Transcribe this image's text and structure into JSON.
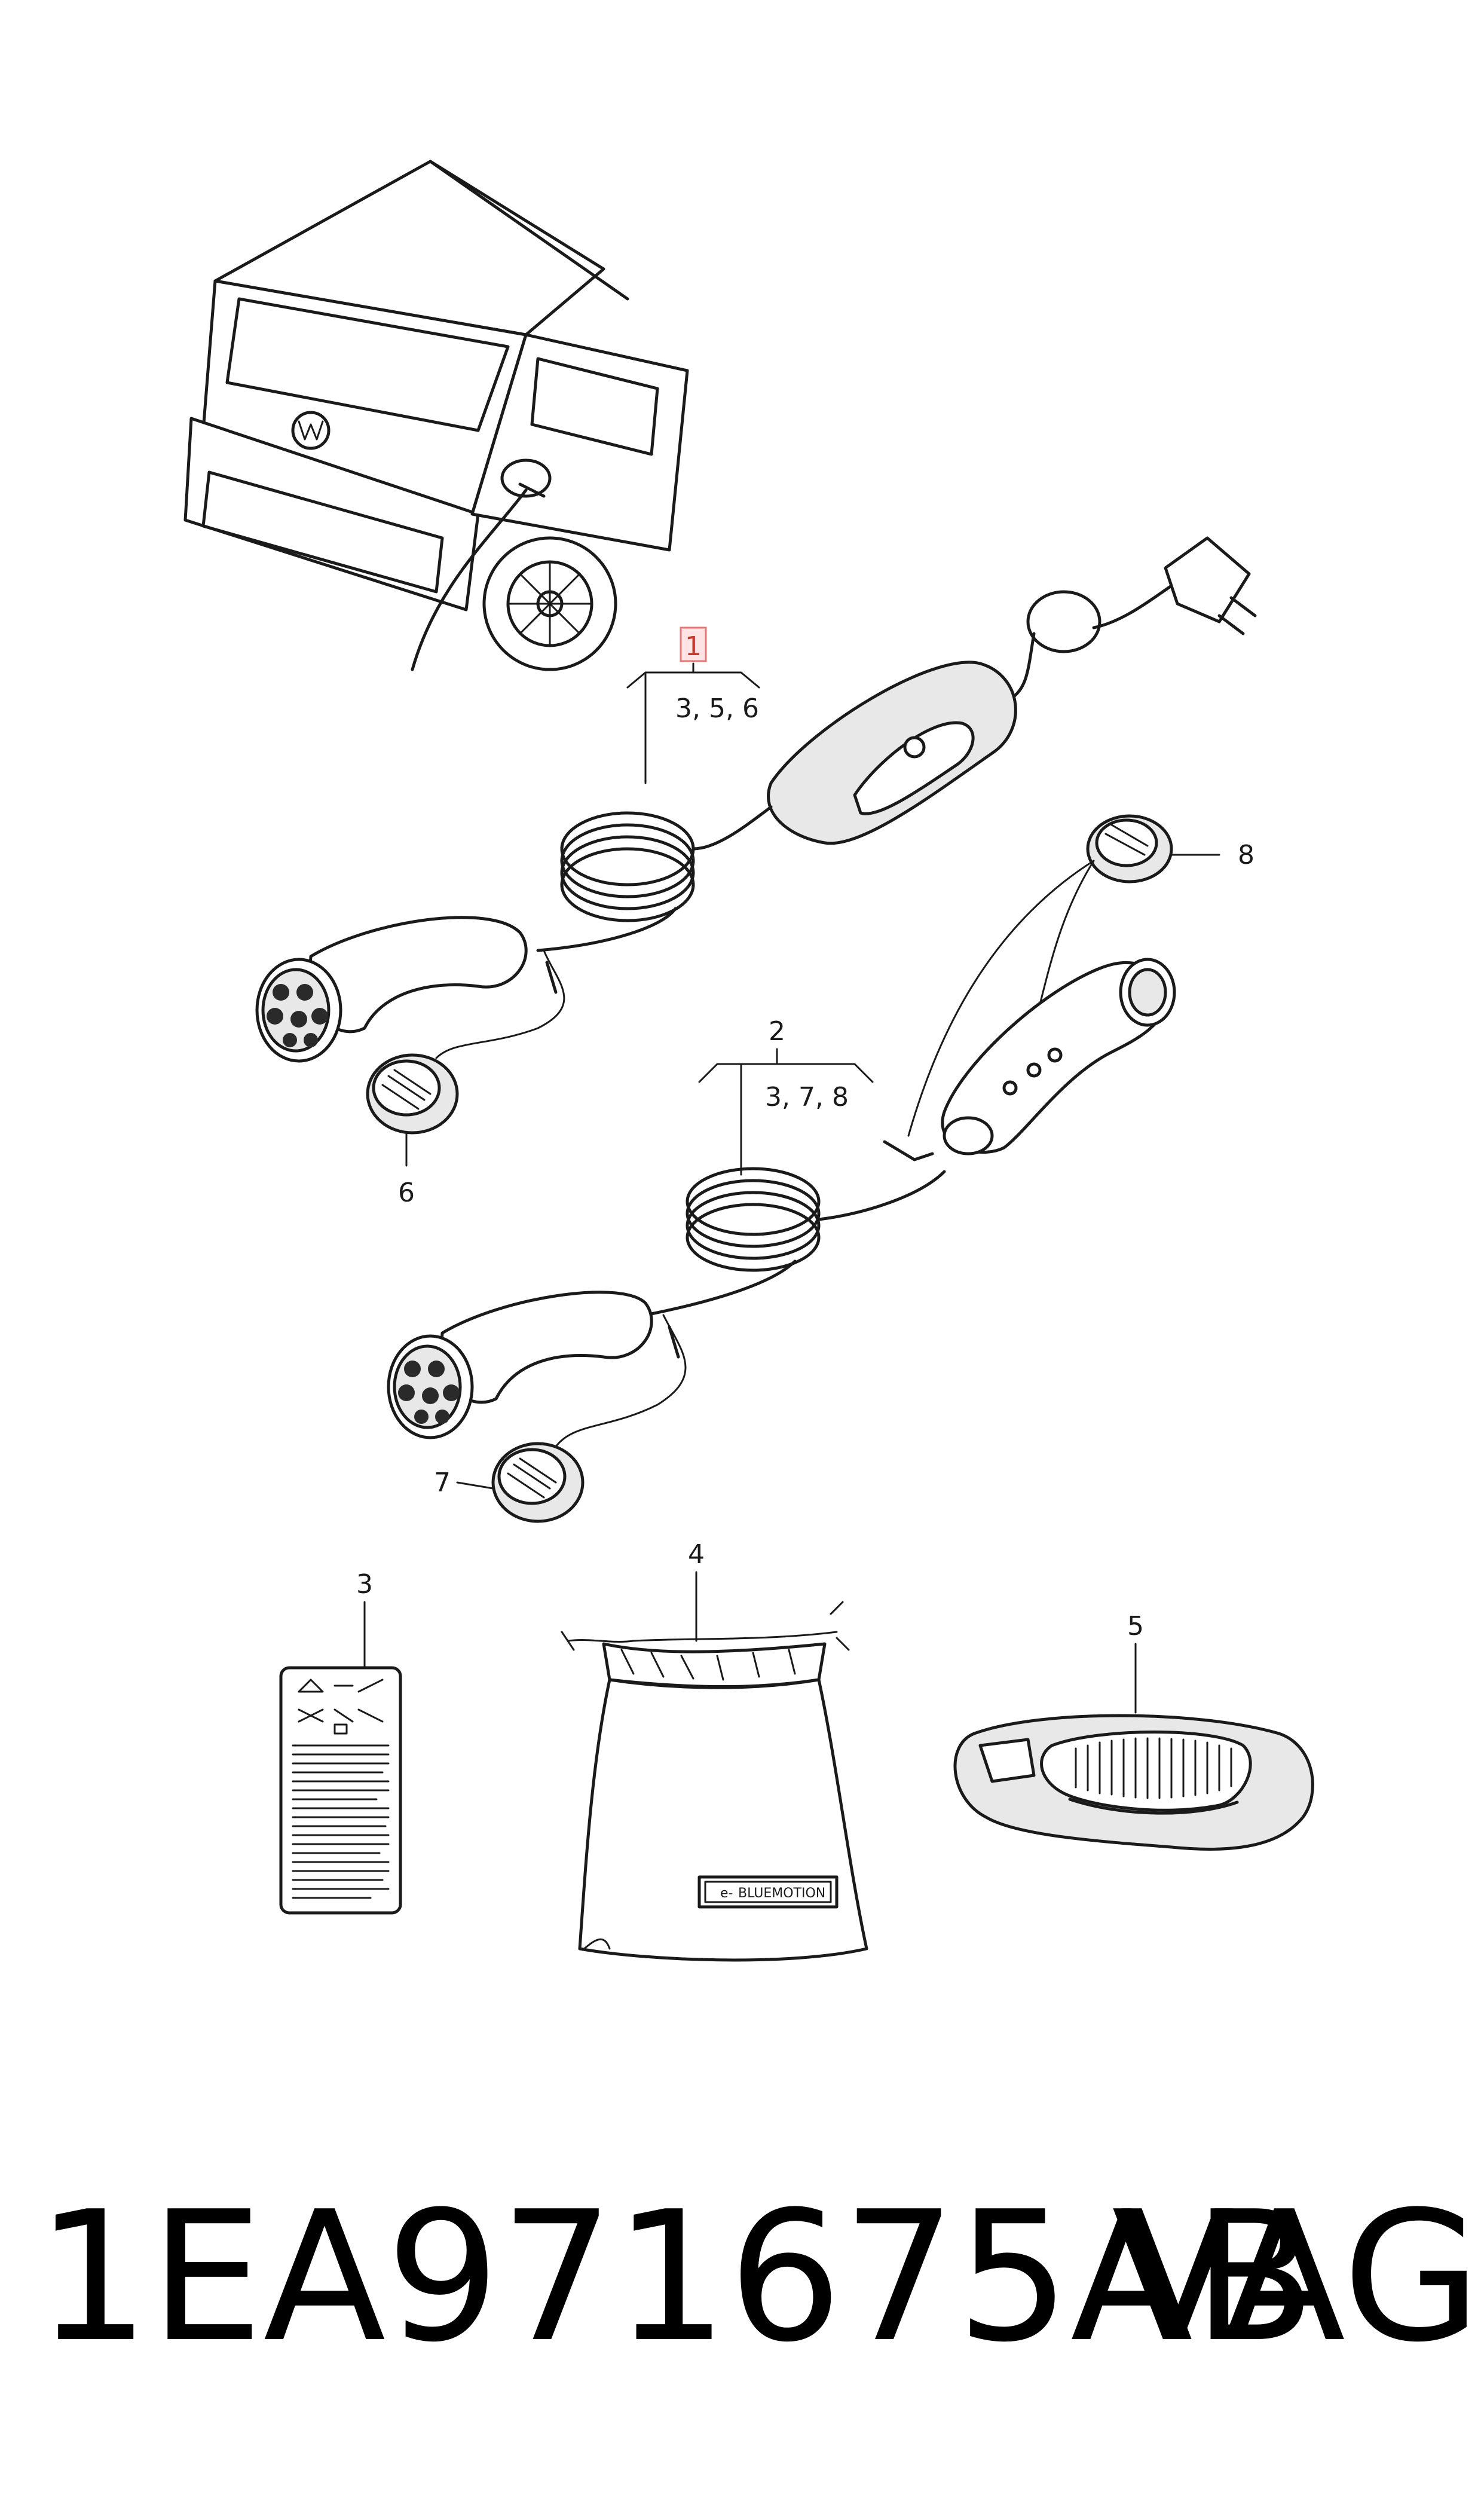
{
  "callouts": {
    "c1": "1",
    "c1_sub": "3, 5, 6",
    "c2": "2",
    "c2_sub": "3, 7, 8",
    "c3": "3",
    "c4": "4",
    "c5": "5",
    "c6": "6",
    "c7": "7",
    "c8": "8"
  },
  "bag_tag": "BLUEMOTION",
  "footer": {
    "part_number": "1EA971675AB",
    "brand": "VAG"
  },
  "colors": {
    "line": "#1a1a1a",
    "highlight_fill": "#fde3e3",
    "highlight_stroke": "#e07878",
    "background": "#ffffff"
  }
}
